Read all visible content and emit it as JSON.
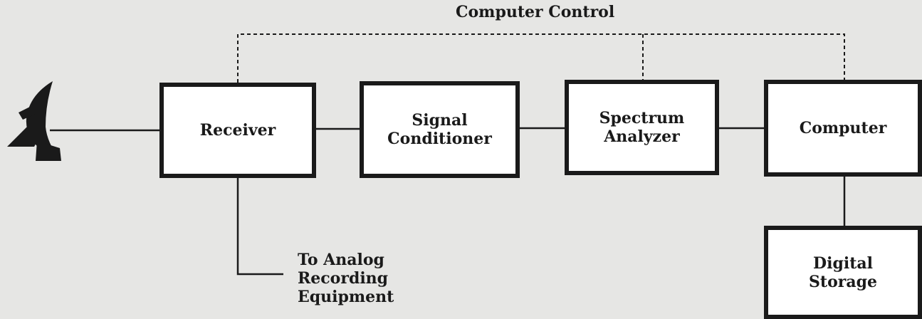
{
  "diagram": {
    "control_label": "Computer Control",
    "analog_label": "To Analog\nRecording\nEquipment",
    "blocks": {
      "receiver": "Receiver",
      "signal_conditioner": "Signal\nConditioner",
      "spectrum_analyzer": "Spectrum\nAnalyzer",
      "computer": "Computer",
      "digital_storage": "Digital\nStorage"
    },
    "icons": {
      "antenna": "satellite-dish-icon"
    },
    "colors": {
      "ink": "#1a1a1a",
      "paper": "#e6e6e4",
      "box_fill": "#ffffff"
    }
  }
}
